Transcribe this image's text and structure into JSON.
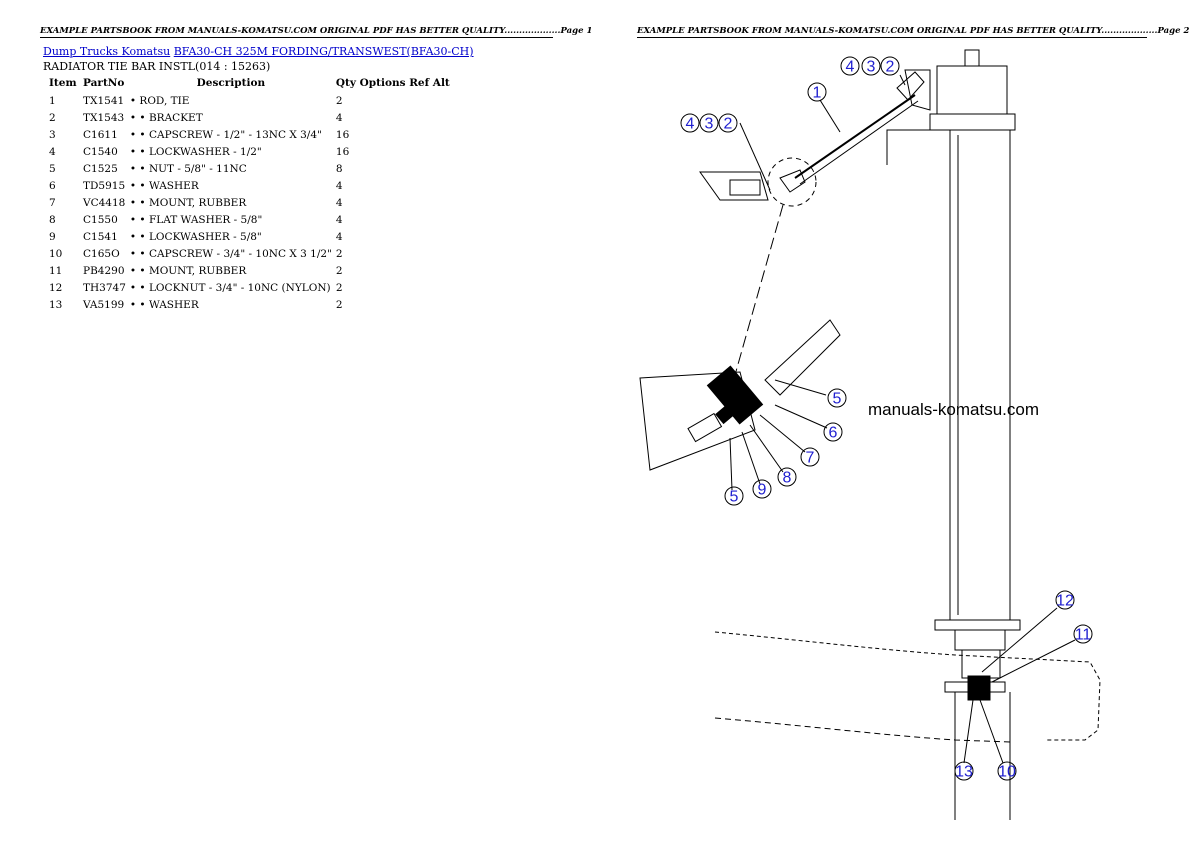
{
  "header": {
    "left": "EXAMPLE PARTSBOOK FROM MANUALS-KOMATSU.COM ORIGINAL PDF HAS BETTER QUALITY...................Page 1",
    "right": "EXAMPLE PARTSBOOK FROM MANUALS-KOMATSU.COM ORIGINAL PDF HAS BETTER QUALITY...................Page 2"
  },
  "breadcrumb": {
    "link1": "Dump Trucks Komatsu",
    "link2": "BFA30-CH 325M FORDING/TRANSWEST(BFA30-CH)"
  },
  "subtitle": "RADIATOR TIE BAR INSTL(014 : 15263)",
  "table": {
    "headers": {
      "item": "Item",
      "partno": "PartNo",
      "description": "Description",
      "qty": "Qty",
      "options": "Options",
      "ref": "Ref",
      "alt": "Alt"
    },
    "rows": [
      {
        "item": "1",
        "partno": "TX1541",
        "description": "• ROD, TIE",
        "qty": "2"
      },
      {
        "item": "2",
        "partno": "TX1543",
        "description": "• • BRACKET",
        "qty": "4"
      },
      {
        "item": "3",
        "partno": "C1611",
        "description": "• • CAPSCREW - 1/2\" - 13NC X 3/4\"",
        "qty": "16"
      },
      {
        "item": "4",
        "partno": "C1540",
        "description": "• • LOCKWASHER - 1/2\"",
        "qty": "16"
      },
      {
        "item": "5",
        "partno": "C1525",
        "description": "• • NUT - 5/8\" - 11NC",
        "qty": "8"
      },
      {
        "item": "6",
        "partno": "TD5915",
        "description": "• • WASHER",
        "qty": "4"
      },
      {
        "item": "7",
        "partno": "VC4418",
        "description": "• • MOUNT, RUBBER",
        "qty": "4"
      },
      {
        "item": "8",
        "partno": "C1550",
        "description": "• • FLAT WASHER - 5/8\"",
        "qty": "4"
      },
      {
        "item": "9",
        "partno": "C1541",
        "description": "• • LOCKWASHER - 5/8\"",
        "qty": "4"
      },
      {
        "item": "10",
        "partno": "C165O",
        "description": "• • CAPSCREW - 3/4\" - 10NC X 3 1/2\"",
        "qty": "2"
      },
      {
        "item": "11",
        "partno": "PB4290",
        "description": "• • MOUNT, RUBBER",
        "qty": "2"
      },
      {
        "item": "12",
        "partno": "TH3747",
        "description": "• • LOCKNUT - 3/4\" - 10NC (NYLON)",
        "qty": "2"
      },
      {
        "item": "13",
        "partno": "VA5199",
        "description": "• • WASHER",
        "qty": "2"
      }
    ]
  },
  "diagram": {
    "watermark": "manuals-komatsu.com",
    "callouts": [
      "4",
      "3",
      "2",
      "1",
      "4",
      "3",
      "2",
      "5",
      "6",
      "7",
      "8",
      "9",
      "5",
      "12",
      "11",
      "13",
      "10"
    ]
  }
}
